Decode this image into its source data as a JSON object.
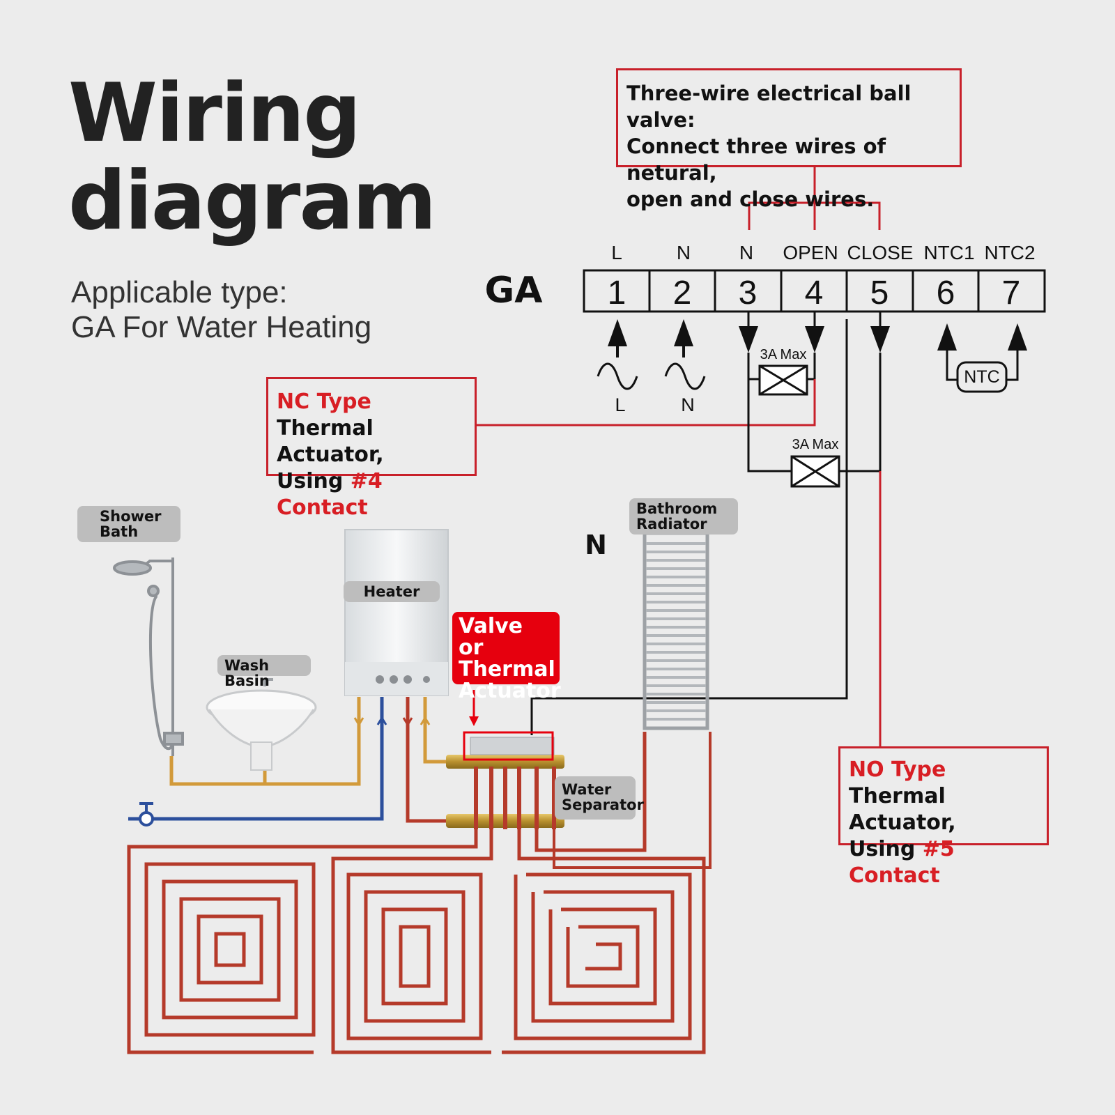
{
  "title": {
    "line1": "Wiring",
    "line2": "diagram"
  },
  "applicable": {
    "line1": "Applicable type:",
    "line2": "GA For Water Heating"
  },
  "device_label": "GA",
  "terminals": [
    {
      "number": "1",
      "label": "L"
    },
    {
      "number": "2",
      "label": "N"
    },
    {
      "number": "3",
      "label": "N"
    },
    {
      "number": "4",
      "label": "OPEN"
    },
    {
      "number": "5",
      "label": "CLOSE"
    },
    {
      "number": "6",
      "label": "NTC1"
    },
    {
      "number": "7",
      "label": "NTC2"
    }
  ],
  "supply": {
    "l_label": "L",
    "n_label": "N"
  },
  "ntc_label": "NTC",
  "max_label_top": "3A Max",
  "max_label_bottom": "3A Max",
  "neutral_mark": "N",
  "ball_valve_note": {
    "line1": "Three-wire electrical ball valve:",
    "line2": "Connect three wires of netural,",
    "line3": "open and close wires."
  },
  "nc_note": {
    "type": "NC Type",
    "line2": "Thermal Actuator,",
    "line3_prefix": "Using ",
    "line3_contact": "#4 Contact"
  },
  "no_note": {
    "type": "NO Type",
    "line2": "Thermal Actuator,",
    "line3_prefix": "Using ",
    "line3_contact": "#5 Contact"
  },
  "fixtures": {
    "shower": {
      "line1": "Shower",
      "line2": "Bath"
    },
    "wash_basin": "Wash Basin",
    "heater": "Heater",
    "radiator": {
      "line1": "Bathroom",
      "line2": "Radiator"
    },
    "separator": {
      "line1": "Water",
      "line2": "Separator"
    },
    "valve": {
      "line1": "Valve or",
      "line2": "Thermal",
      "line3": "Actuator"
    }
  },
  "colors": {
    "accent_red": "#d81e24",
    "pipe_red": "#b53a2a",
    "pipe_orange": "#d29a3a",
    "pipe_blue": "#2c4f9c",
    "text_dark": "#222222"
  }
}
